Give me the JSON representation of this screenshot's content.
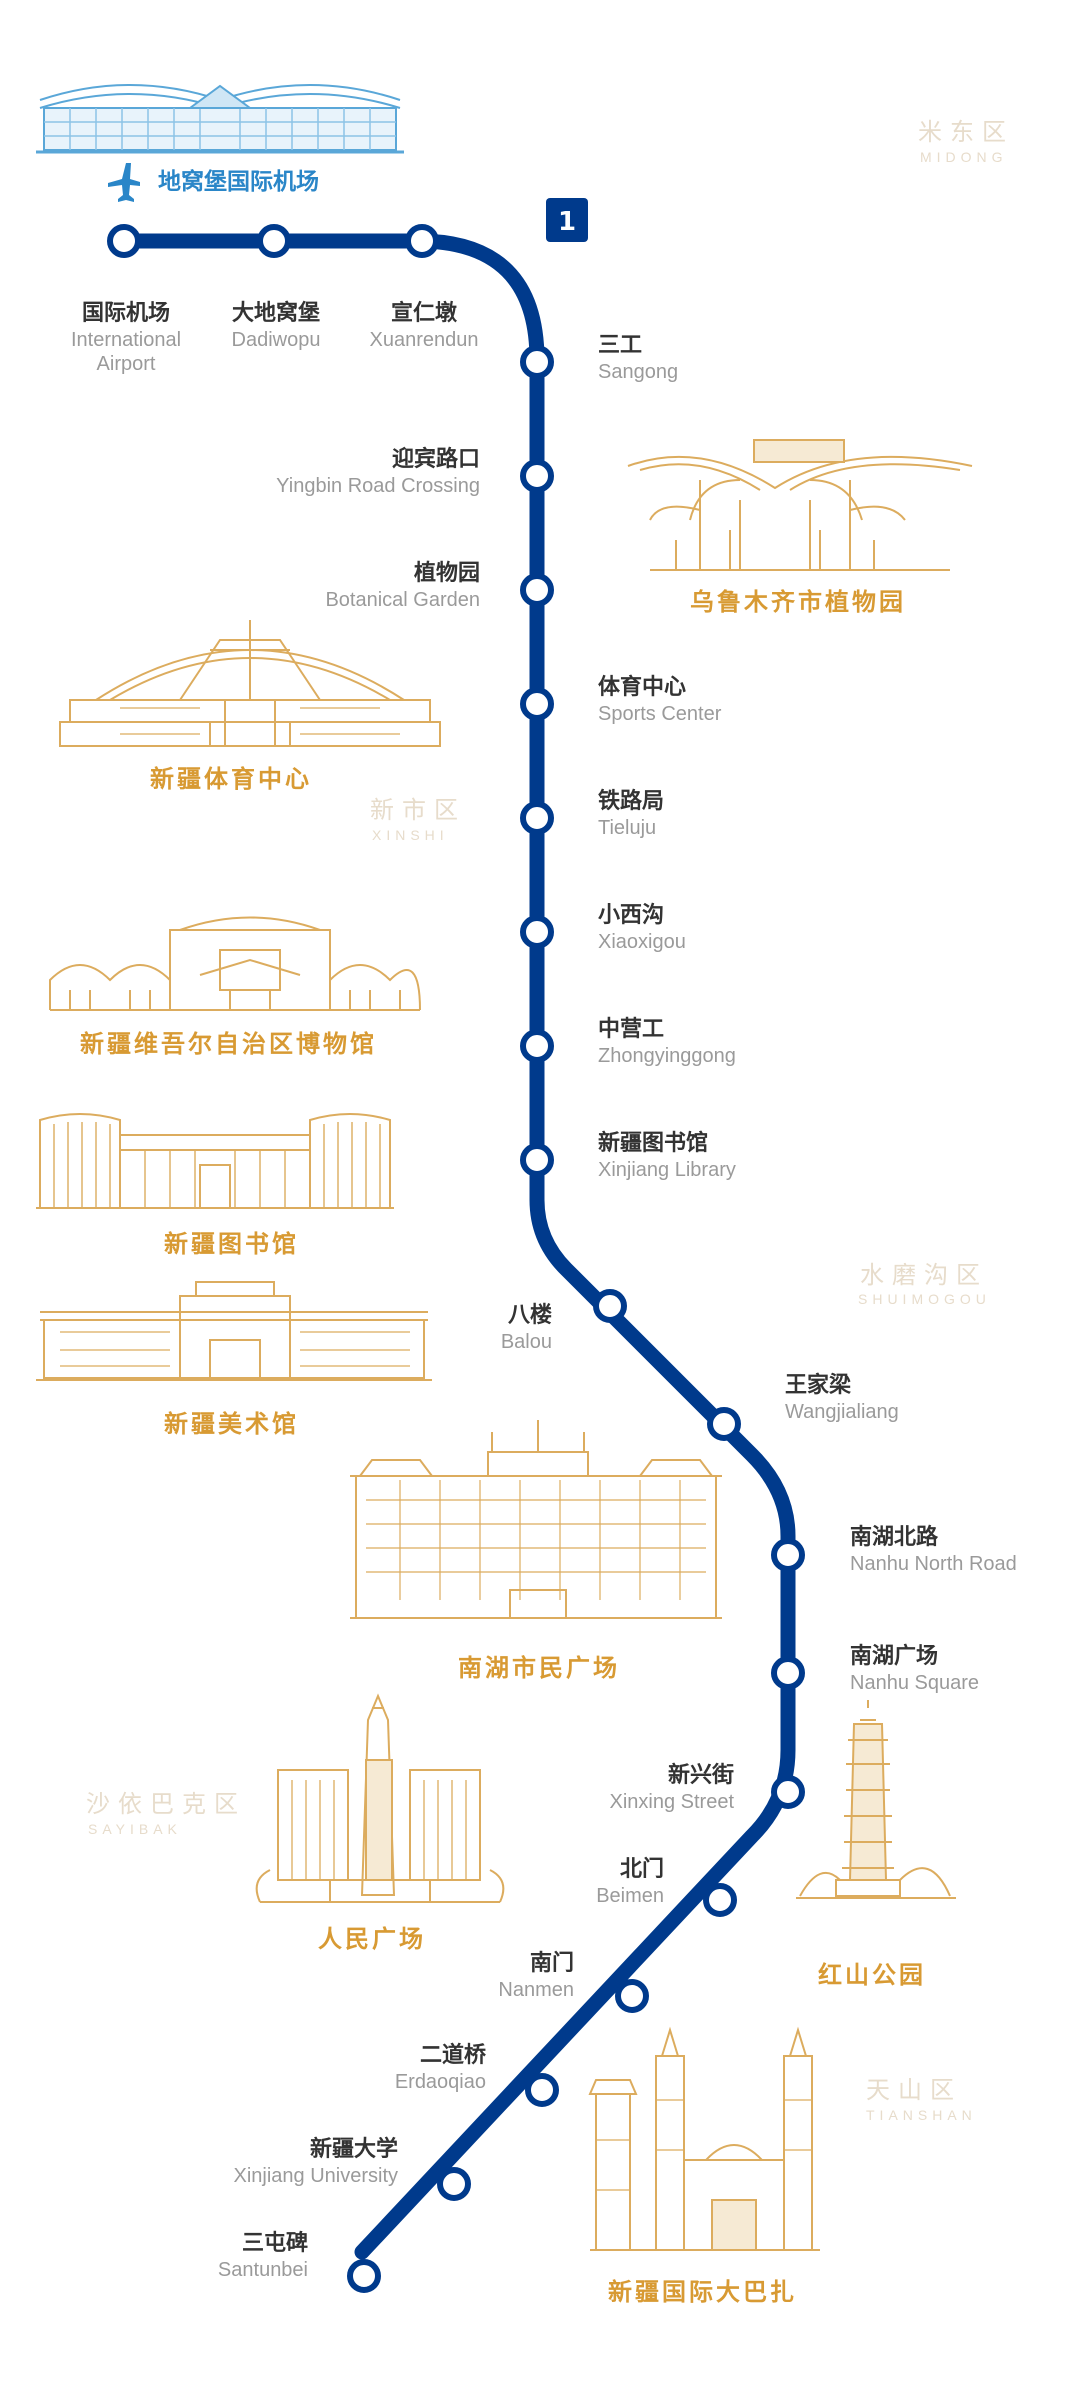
{
  "line": {
    "number": "1",
    "color": "#003a8c",
    "airport_title": "地窝堡国际机场"
  },
  "districts": {
    "midong": {
      "zh": "米东区",
      "en": "MIDONG"
    },
    "xinshi": {
      "zh": "新市区",
      "en": "XINSHI"
    },
    "shuimogou": {
      "zh": "水磨沟区",
      "en": "SHUIMOGOU"
    },
    "sayibak": {
      "zh": "沙依巴克区",
      "en": "SAYIBAK"
    },
    "tianshan": {
      "zh": "天山区",
      "en": "TIANSHAN"
    }
  },
  "stations": [
    {
      "zh": "国际机场",
      "en": "International",
      "en2": "Airport"
    },
    {
      "zh": "大地窝堡",
      "en": "Dadiwopu"
    },
    {
      "zh": "宣仁墩",
      "en": "Xuanrendun"
    },
    {
      "zh": "三工",
      "en": "Sangong"
    },
    {
      "zh": "迎宾路口",
      "en": "Yingbin Road Crossing"
    },
    {
      "zh": "植物园",
      "en": "Botanical Garden"
    },
    {
      "zh": "体育中心",
      "en": "Sports Center"
    },
    {
      "zh": "铁路局",
      "en": "Tieluju"
    },
    {
      "zh": "小西沟",
      "en": "Xiaoxigou"
    },
    {
      "zh": "中营工",
      "en": "Zhongyinggong"
    },
    {
      "zh": "新疆图书馆",
      "en": "Xinjiang Library"
    },
    {
      "zh": "八楼",
      "en": "Balou"
    },
    {
      "zh": "王家梁",
      "en": "Wangjialiang"
    },
    {
      "zh": "南湖北路",
      "en": "Nanhu North Road"
    },
    {
      "zh": "南湖广场",
      "en": "Nanhu Square"
    },
    {
      "zh": "新兴街",
      "en": "Xinxing Street"
    },
    {
      "zh": "北门",
      "en": "Beimen"
    },
    {
      "zh": "南门",
      "en": "Nanmen"
    },
    {
      "zh": "二道桥",
      "en": "Erdaoqiao"
    },
    {
      "zh": "新疆大学",
      "en": "Xinjiang University"
    },
    {
      "zh": "三屯碑",
      "en": "Santunbei"
    }
  ],
  "landmarks": {
    "botanical": "乌鲁木齐市植物园",
    "sports": "新疆体育中心",
    "museum": "新疆维吾尔自治区博物馆",
    "library": "新疆图书馆",
    "art": "新疆美术馆",
    "nanhu": "南湖市民广场",
    "people": "人民广场",
    "hongshan": "红山公园",
    "bazaar": "新疆国际大巴扎"
  },
  "colors": {
    "line": "#003a8c",
    "airport_accent": "#2a86c8",
    "landmark_gold": "#d89a33",
    "district_text": "#e7dccb"
  }
}
